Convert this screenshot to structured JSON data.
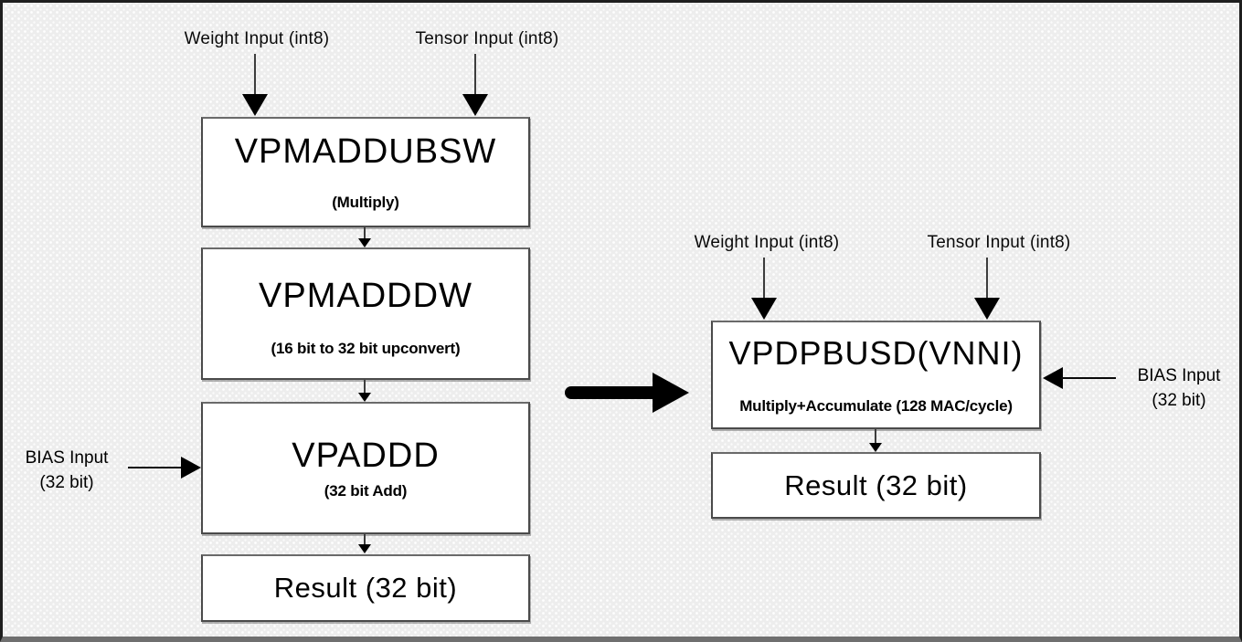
{
  "colors": {
    "background": "#ededed",
    "frame_border": "#1e1e1e",
    "box_border": "#4a4a4a",
    "text": "#000000"
  },
  "left_pipeline": {
    "weight_input_label": "Weight Input (int8)",
    "tensor_input_label": "Tensor Input (int8)",
    "bias_label_line1": "BIAS Input",
    "bias_label_line2": "(32 bit)",
    "stage1_title": "VPMADDUBSW",
    "stage1_subtitle": "(Multiply)",
    "stage2_title": "VPMADDDW",
    "stage2_subtitle": "(16 bit to 32 bit upconvert)",
    "stage3_title": "VPADDD",
    "stage3_subtitle": "(32 bit Add)",
    "result_label": "Result (32 bit)"
  },
  "right_pipeline": {
    "weight_input_label": "Weight Input (int8)",
    "tensor_input_label": "Tensor Input (int8)",
    "bias_label_line1": "BIAS Input",
    "bias_label_line2": "(32 bit)",
    "stage1_title": "VPDPBUSD(VNNI)",
    "stage1_subtitle": "Multiply+Accumulate (128 MAC/cycle)",
    "result_label": "Result (32 bit)"
  }
}
